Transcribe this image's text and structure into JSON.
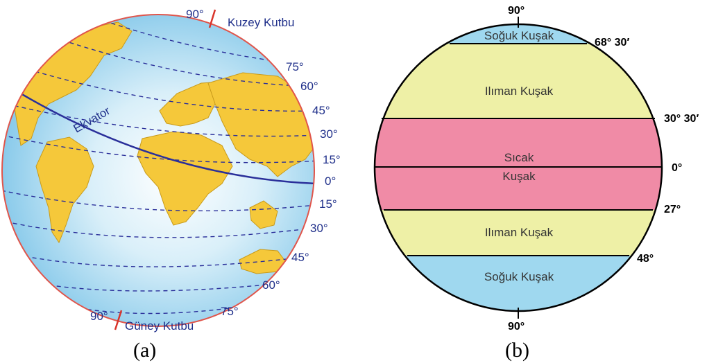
{
  "figure_a": {
    "caption": "(a)",
    "north_pole_label": "Kuzey Kutbu",
    "south_pole_label": "Güney Kutbu",
    "north_pole_degree": "90°",
    "south_pole_degree": "90°",
    "equator_label": "Ekvator",
    "north_latitudes": [
      "75°",
      "60°",
      "45°",
      "30°",
      "15°"
    ],
    "equator_degree": "0°",
    "south_latitudes": [
      "15°",
      "30°",
      "45°",
      "60°",
      "75°"
    ],
    "colors": {
      "ocean": "#b8def2",
      "land": "#f5c83a",
      "equator": "#2a2f9a",
      "pole_axis": "#d9342b",
      "latitude_lines": "#2a2f9a",
      "labels": "#1f2f8a"
    }
  },
  "figure_b": {
    "caption": "(b)",
    "top_degree": "90°",
    "bottom_degree": "90°",
    "zones": [
      "Soğuk Kuşak",
      "Ilıman Kuşak",
      "Sıcak",
      "Kuşak",
      "Ilıman Kuşak",
      "Soğuk Kuşak"
    ],
    "boundaries": [
      "68° 30′",
      "30° 30′",
      "0°",
      "27°",
      "48°"
    ],
    "colors": {
      "cold": "#9fd8ef",
      "temperate": "#eef0a6",
      "hot": "#f08ba6",
      "lines": "#000000"
    }
  }
}
